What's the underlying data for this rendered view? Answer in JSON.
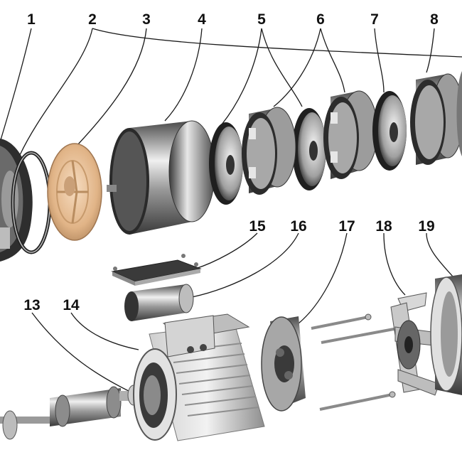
{
  "labels": [
    {
      "id": "1",
      "text": "1"
    },
    {
      "id": "2",
      "text": "2"
    },
    {
      "id": "3",
      "text": "3"
    },
    {
      "id": "4",
      "text": "4"
    },
    {
      "id": "5",
      "text": "5"
    },
    {
      "id": "6",
      "text": "6"
    },
    {
      "id": "7",
      "text": "7"
    },
    {
      "id": "8",
      "text": "8"
    },
    {
      "id": "13",
      "text": "13"
    },
    {
      "id": "14",
      "text": "14"
    },
    {
      "id": "15",
      "text": "15"
    },
    {
      "id": "16",
      "text": "16"
    },
    {
      "id": "17",
      "text": "17"
    },
    {
      "id": "18",
      "text": "18"
    },
    {
      "id": "19",
      "text": "19"
    }
  ],
  "colors": {
    "metal_dark": "#3a3a3a",
    "metal_mid": "#8a8a8a",
    "metal_light": "#d9d9d9",
    "diffuser_tan": "#e3b98e"
  }
}
